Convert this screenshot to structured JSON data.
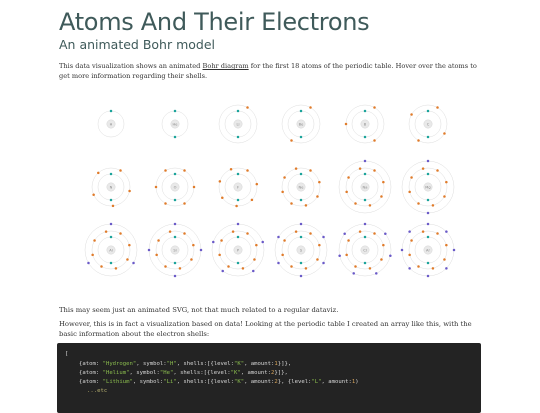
{
  "header": {
    "title": "Atoms And Their Electrons",
    "subtitle": "An animated Bohr model"
  },
  "intro": {
    "before": "This data visualization shows an animated ",
    "link": "Bohr diagram",
    "after": " for the first 18 atoms of the periodic table. Hover over the atoms to get more information regarding their shells."
  },
  "colors": {
    "nucleus": "#e9e9e9",
    "shell_ring": "#dddddd",
    "electron_k": "#19a39a",
    "electron_l": "#e07b2a",
    "electron_m": "#6a5ac8"
  },
  "atoms": [
    {
      "symbol": "H",
      "shells": [
        1
      ]
    },
    {
      "symbol": "He",
      "shells": [
        2
      ]
    },
    {
      "symbol": "Li",
      "shells": [
        2,
        1
      ]
    },
    {
      "symbol": "Be",
      "shells": [
        2,
        2
      ]
    },
    {
      "symbol": "B",
      "shells": [
        2,
        3
      ]
    },
    {
      "symbol": "C",
      "shells": [
        2,
        4
      ]
    },
    {
      "symbol": "N",
      "shells": [
        2,
        5
      ]
    },
    {
      "symbol": "O",
      "shells": [
        2,
        6
      ]
    },
    {
      "symbol": "F",
      "shells": [
        2,
        7
      ]
    },
    {
      "symbol": "Ne",
      "shells": [
        2,
        8
      ]
    },
    {
      "symbol": "Na",
      "shells": [
        2,
        8,
        1
      ]
    },
    {
      "symbol": "Mg",
      "shells": [
        2,
        8,
        2
      ]
    },
    {
      "symbol": "Al",
      "shells": [
        2,
        8,
        3
      ]
    },
    {
      "symbol": "Si",
      "shells": [
        2,
        8,
        4
      ]
    },
    {
      "symbol": "P",
      "shells": [
        2,
        8,
        5
      ]
    },
    {
      "symbol": "S",
      "shells": [
        2,
        8,
        6
      ]
    },
    {
      "symbol": "Cl",
      "shells": [
        2,
        8,
        7
      ]
    },
    {
      "symbol": "Ar",
      "shells": [
        2,
        8,
        8
      ]
    }
  ],
  "body": {
    "para1": "This may seem just an animated SVG, not that much related to a regular dataviz.",
    "para2": "However, this is in fact a visualization based on data! Looking at the periodic table I created an array like this, with the basic information about the electron shells:"
  },
  "code": {
    "open": "[",
    "l1": {
      "a": "{atom: ",
      "atom": "\"Hydrogen\"",
      "b": ", symbol:",
      "sym": "\"H\"",
      "c": ", shells:[{level:",
      "lvl": "\"K\"",
      "d": ", amount:",
      "amt": "1",
      "e": "}]},"
    },
    "l2": {
      "a": "{atom: ",
      "atom": "\"Helium\"",
      "b": ", symbol:",
      "sym": "\"He\"",
      "c": ", shells:[{level:",
      "lvl": "\"K\"",
      "d": ", amount:",
      "amt": "2",
      "e": "}]},"
    },
    "l3": {
      "a": "{atom: ",
      "atom": "\"Lithium\"",
      "b": ", symbol:",
      "sym": "\"Li\"",
      "c": ", shells:[{level:",
      "lvl": "\"K\"",
      "d": ", amount:",
      "amt": "2",
      "e": "}, {level:",
      "lvl2": "\"L\"",
      "f": ", amount:",
      "amt2": "1",
      "g": ")"
    },
    "etc": "...etc"
  }
}
